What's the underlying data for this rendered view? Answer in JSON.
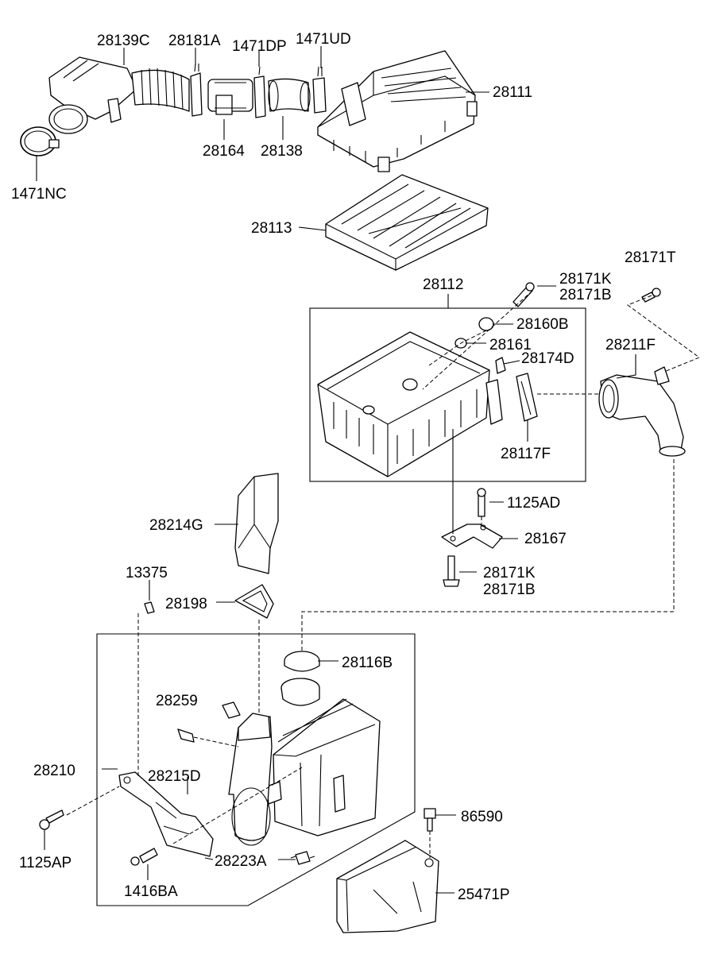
{
  "labels": {
    "p28139C": "28139C",
    "p28181A": "28181A",
    "p1471DP": "1471DP",
    "p1471UD": "1471UD",
    "p28111": "28111",
    "p28164": "28164",
    "p28138": "28138",
    "p1471NC": "1471NC",
    "p28113": "28113",
    "p28112": "28112",
    "p28171K_top": "28171K",
    "p28171B_top": "28171B",
    "p28171T": "28171T",
    "p28160B": "28160B",
    "p28161": "28161",
    "p28174D": "28174D",
    "p28211F": "28211F",
    "p28117F": "28117F",
    "p1125AD": "1125AD",
    "p28167": "28167",
    "p28171K_mid": "28171K",
    "p28171B_mid": "28171B",
    "p28214G": "28214G",
    "p13375": "13375",
    "p28198": "28198",
    "p28116B": "28116B",
    "p28259": "28259",
    "p28210": "28210",
    "p28215D": "28215D",
    "p86590": "86590",
    "p1125AP": "1125AP",
    "p28223A": "28223A",
    "p1416BA": "1416BA",
    "p25471P": "25471P"
  }
}
